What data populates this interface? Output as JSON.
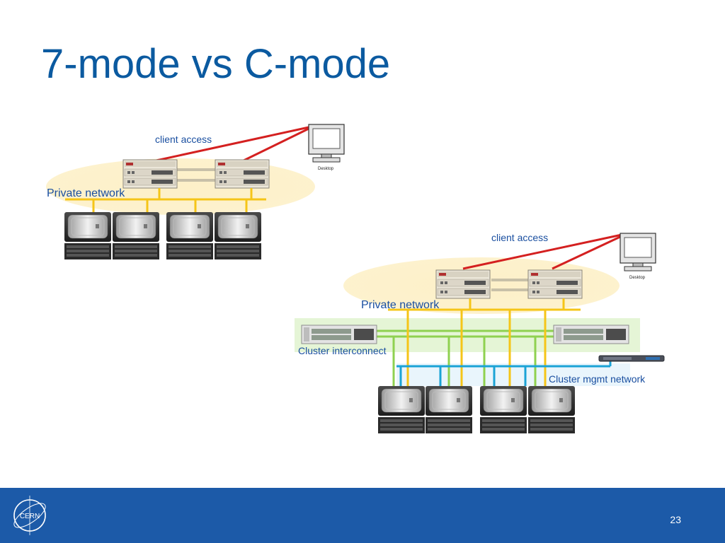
{
  "slide": {
    "title": "7-mode vs C-mode",
    "page_number": "23"
  },
  "logo": {
    "text": "CERN"
  },
  "diagram_7mode": {
    "client_access_label": "client access",
    "private_network_label": "Private network",
    "desktop_label": "Desktop"
  },
  "diagram_cmode": {
    "client_access_label": "client access",
    "private_network_label": "Private network",
    "cluster_interconnect_label": "Cluster interconnect",
    "cluster_mgmt_label": "Cluster mgmt network",
    "desktop_label": "Desktop"
  },
  "colors": {
    "title": "#0b5aa0",
    "label_blue": "#1a4fa0",
    "client_line": "#d42020",
    "private_net": "#f5c518",
    "interconnect": "#8fd150",
    "mgmt": "#1aa3d6",
    "footer": "#1c5aa8"
  }
}
